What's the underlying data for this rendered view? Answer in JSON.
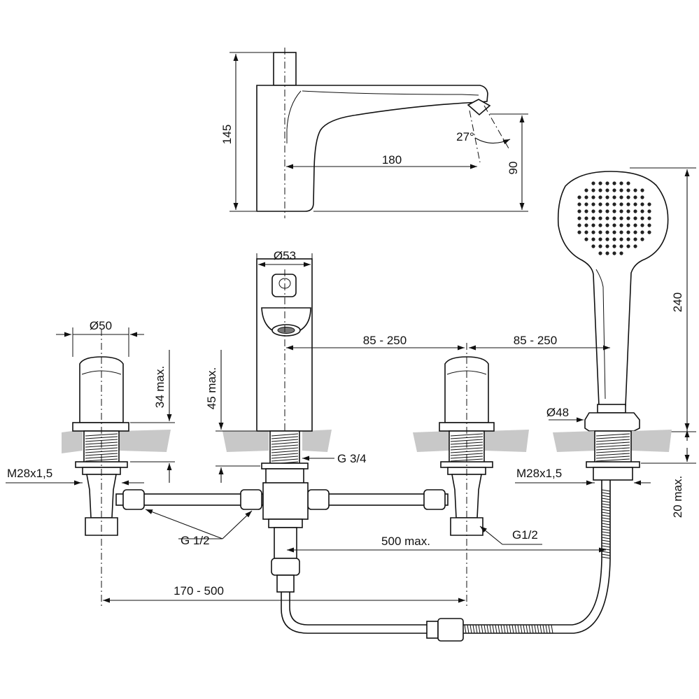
{
  "spout": {
    "height": "145",
    "reach": "180",
    "angle": "27°",
    "outlet_height": "90"
  },
  "handshower": {
    "length": "240",
    "holder_diameter": "Ø48",
    "thread": "M28x1,5",
    "deck_max": "20 max.",
    "hose_max": "500 max.",
    "connection": "G1/2"
  },
  "center_body": {
    "diameter": "Ø53",
    "height_max": "45 max.",
    "thread": "G 3/4",
    "spacing_right": "85 - 250"
  },
  "valves": {
    "diameter": "Ø50",
    "height_max": "34 max.",
    "thread": "M28x1,5",
    "connection": "G 1/2",
    "spacing": "170 - 500"
  },
  "handshower_spacing": "85 - 250"
}
